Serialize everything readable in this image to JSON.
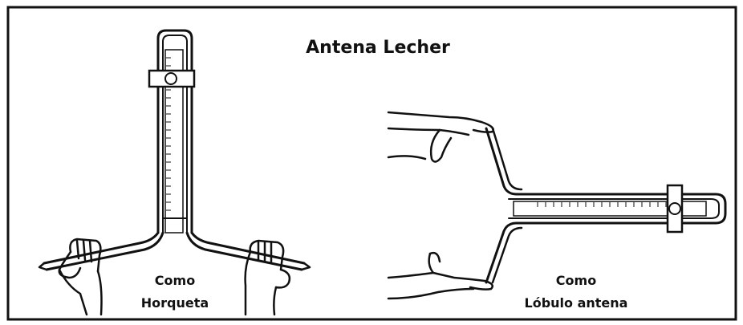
{
  "title": "Antena Lecher",
  "left_caption": {
    "line1": "Como",
    "line2": "Horqueta"
  },
  "right_caption": {
    "line1": "Como",
    "line2": "Lóbulo antena"
  },
  "colors": {
    "ink": "#111111",
    "paper": "#ffffff"
  }
}
